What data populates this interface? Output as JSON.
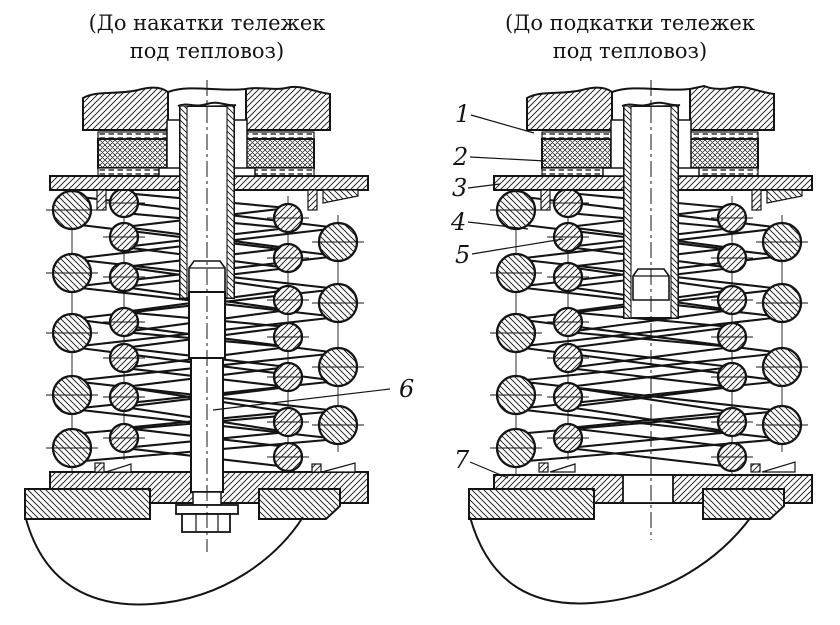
{
  "figure": {
    "captions": {
      "left": {
        "line1": "(До накатки тележек",
        "line2": "под тепловоз)"
      },
      "right": {
        "line1": "(До подкатки тележек",
        "line2": "под тепловоз)"
      }
    },
    "part_labels": {
      "left_6": "6",
      "right_1": "1",
      "right_2": "2",
      "right_3": "3",
      "right_4": "4",
      "right_5": "5",
      "right_7": "7"
    },
    "colors": {
      "ink": "#141414",
      "paper": "#ffffff"
    }
  }
}
